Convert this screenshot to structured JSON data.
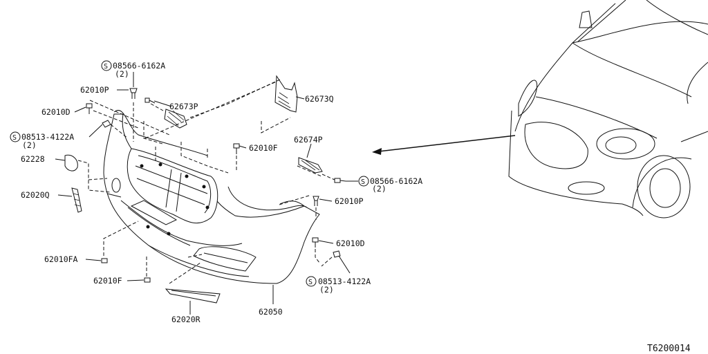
{
  "diagram_id": "T6200014",
  "callouts": {
    "s_08566_top": {
      "code": "08566-6162A",
      "qty": "(2)",
      "symbol": "S"
    },
    "c62010P_top": "62010P",
    "c62010D_left": "62010D",
    "c62673P": "62673P",
    "s_08513_left": {
      "code": "08513-4122A",
      "qty": "(2)",
      "symbol": "S"
    },
    "c62228": "62228",
    "c62020Q": "62020Q",
    "c62673Q": "62673Q",
    "c62010F_top": "62010F",
    "c62674P": "62674P",
    "s_08566_right": {
      "code": "08566-6162A",
      "qty": "(2)",
      "symbol": "S"
    },
    "c62010P_right": "62010P",
    "c62010D_right": "62010D",
    "s_08513_right": {
      "code": "08513-4122A",
      "qty": "(2)",
      "symbol": "S"
    },
    "c62010FA": "62010FA",
    "c62010F_bottom": "62010F",
    "c62050": "62050",
    "c62020R": "62020R"
  },
  "icons": [
    "screw-icon",
    "clip-icon",
    "symbol-s-icon",
    "bracket-icon",
    "vehicle-icon",
    "direction-arrow-icon"
  ]
}
